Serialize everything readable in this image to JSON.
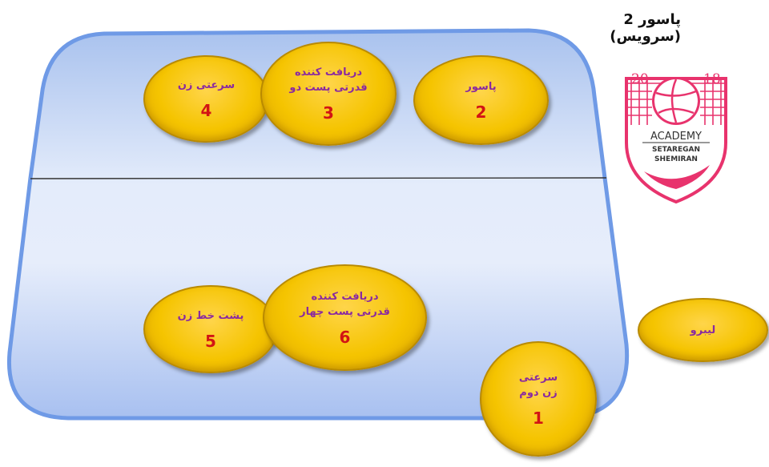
{
  "title": "پاسور 2 (سرویس)",
  "players": [
    {
      "position": "4",
      "label": "سرعتی زن"
    },
    {
      "position": "3",
      "label": "دریافت کننده قدرتی پست دو"
    },
    {
      "position": "2",
      "label": "پاسور"
    },
    {
      "position": "5",
      "label": "پشت خط زن"
    },
    {
      "position": "6",
      "label": "دریافت کننده قدرتی پست چهار"
    },
    {
      "position": "1",
      "label": "سرعتی زن دوم"
    },
    {
      "position": "",
      "label": "لیبرو"
    }
  ],
  "logo": {
    "years": [
      "20",
      "18"
    ],
    "line1": "ACADEMY",
    "line2": "SETAREGAN",
    "line3": "SHEMIRAN",
    "color": "#e8336d"
  },
  "colors": {
    "court_fill": "#c9d8f5",
    "court_border": "#6f9ae6",
    "player_fill": "#f5c400",
    "label": "#8a2aa0",
    "number": "#d21414"
  }
}
